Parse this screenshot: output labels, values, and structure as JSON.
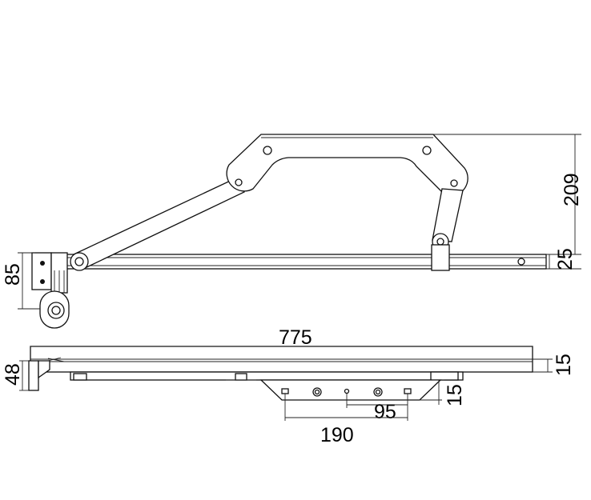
{
  "drawing": {
    "dimensions": {
      "arm_height": "209",
      "rail_height": "25",
      "bracket_height": "85",
      "rail_length": "775",
      "profile_height": "48",
      "profile_thickness": "15",
      "plate_depth": "15",
      "hole_spacing_small": "95",
      "hole_spacing_large": "190"
    }
  }
}
